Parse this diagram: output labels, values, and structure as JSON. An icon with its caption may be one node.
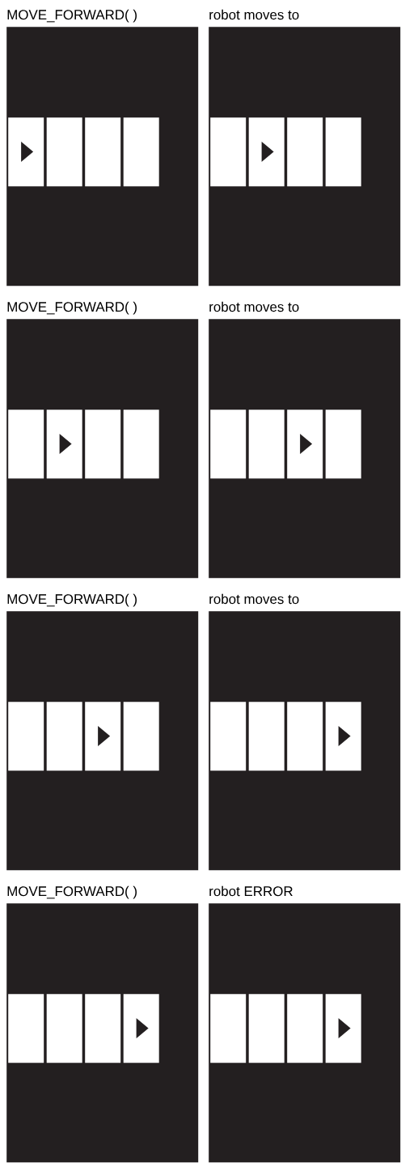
{
  "diagram": {
    "nodes": [
      {
        "text": [
          "MOVE_FORWARD( )"
        ]
      },
      {
        "text": [],
        "shape": "box",
        "in": 0
      },
      {
        "text": [],
        "shape": "box",
        "in": 0
      },
      {
        "text": [],
        "shape": "box",
        "in": 0
      },
      {
        "text": [],
        "shape": "box",
        "in": 0
      },
      {
        "text": [],
        "shape": "triangle",
        "in": 1
      },
      {
        "text": [
          "robot moves to"
        ]
      },
      {
        "text": [],
        "shape": "box",
        "in": 6
      },
      {
        "text": [],
        "shape": "box",
        "in": 6
      },
      {
        "text": [],
        "shape": "box",
        "in": 6
      },
      {
        "text": [],
        "shape": "box",
        "in": 6
      },
      {
        "text": [],
        "shape": "triangle",
        "in": 8
      },
      {
        "text": [
          "MOVE_FORWARD( )"
        ]
      },
      {
        "text": [],
        "shape": "box",
        "in": 12
      },
      {
        "text": [],
        "shape": "box",
        "in": 12
      },
      {
        "text": [],
        "shape": "box",
        "in": 12
      },
      {
        "text": [],
        "shape": "box",
        "in": 12
      },
      {
        "text": [],
        "shape": "triangle",
        "in": 14
      },
      {
        "text": [
          "robot moves to"
        ]
      },
      {
        "text": [],
        "shape": "box",
        "in": 18
      },
      {
        "text": [],
        "shape": "box",
        "in": 18
      },
      {
        "text": [],
        "shape": "box",
        "in": 18
      },
      {
        "text": [],
        "shape": "box",
        "in": 18
      },
      {
        "text": [],
        "shape": "triangle",
        "in": 21
      },
      {
        "text": [
          "MOVE_FORWARD( )"
        ]
      },
      {
        "text": [],
        "shape": "box",
        "in": 24
      },
      {
        "text": [],
        "shape": "box",
        "in": 24
      },
      {
        "text": [],
        "shape": "box",
        "in": 24
      },
      {
        "text": [],
        "shape": "box",
        "in": 24
      },
      {
        "text": [],
        "shape": "triangle",
        "in": 27
      },
      {
        "text": [
          "robot moves to"
        ]
      },
      {
        "text": [],
        "shape": "box",
        "in": 30
      },
      {
        "text": [],
        "shape": "box",
        "in": 30
      },
      {
        "text": [],
        "shape": "box",
        "in": 30
      },
      {
        "text": [],
        "shape": "box",
        "in": 30
      },
      {
        "text": [],
        "shape": "triangle",
        "in": 34
      },
      {
        "text": [
          "MOVE_FORWARD( )"
        ]
      },
      {
        "text": [],
        "shape": "box",
        "in": 36
      },
      {
        "text": [],
        "shape": "box",
        "in": 36
      },
      {
        "text": [],
        "shape": "box",
        "in": 36
      },
      {
        "text": [],
        "shape": "box",
        "in": 36
      },
      {
        "text": [],
        "shape": "triangle",
        "in": 40
      },
      {
        "text": [
          "robot ERROR"
        ]
      },
      {
        "text": [],
        "shape": "box",
        "in": 42
      },
      {
        "text": [],
        "shape": "box",
        "in": 42
      },
      {
        "text": [],
        "shape": "box",
        "in": 42
      },
      {
        "text": [],
        "shape": "box",
        "in": 42
      },
      {
        "text": [],
        "shape": "triangle",
        "in": 46
      }
    ]
  }
}
